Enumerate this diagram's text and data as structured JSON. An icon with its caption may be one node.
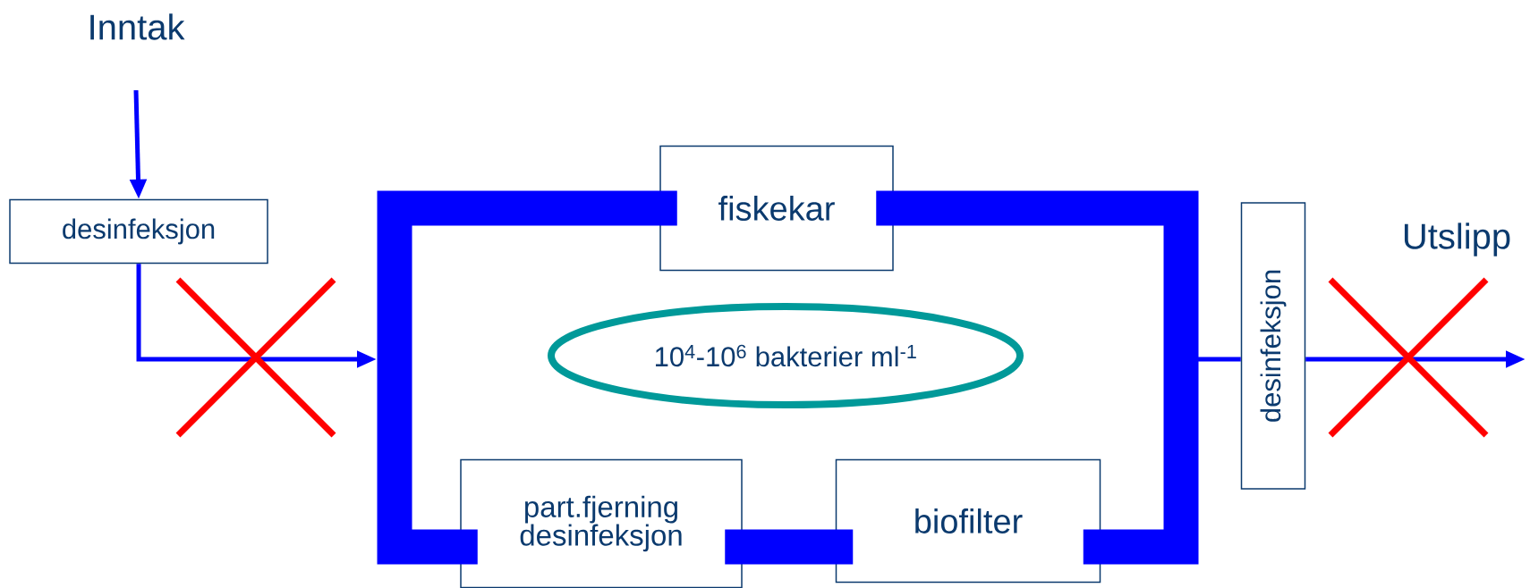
{
  "diagram": {
    "nodes": [
      {
        "text": [
          "desinfeksjon"
        ]
      },
      {
        "text": [
          "fiskekar"
        ]
      },
      {
        "text": [
          "10$^{4}$-10$^{6}$ bakterier ml$^{-1}$"
        ]
      },
      {
        "text": [
          "part.fjerning desinfeksjon"
        ]
      },
      {
        "text": [
          "biofilter"
        ]
      },
      {
        "text": [
          "desinfeksjon"
        ]
      }
    ],
    "edges": [
      {
        "from": null,
        "to": 0,
        "arrow": "to"
      },
      {
        "from": 0,
        "to": null,
        "arrow": "to"
      },
      {
        "from": 3,
        "to": 1,
        "arrow": "none",
        "style": "thick"
      },
      {
        "from": 1,
        "to": 4,
        "arrow": "none",
        "style": "thick"
      },
      {
        "from": 4,
        "to": 3,
        "arrow": "none",
        "style": "thick"
      },
      {
        "from": null,
        "to": 5,
        "arrow": "none"
      },
      {
        "from": 5,
        "to": null,
        "arrow": "to"
      }
    ],
    "labels": [
      "Inntak",
      "Utslipp"
    ]
  }
}
